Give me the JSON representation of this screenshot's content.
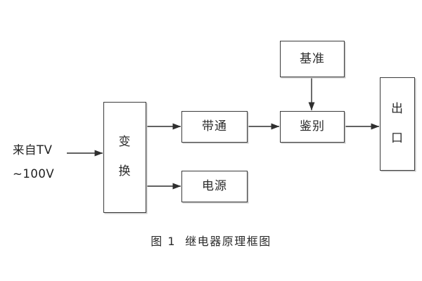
{
  "figure": {
    "caption": "图 1  继电器原理框图",
    "background_color": "#ffffff",
    "line_color": "#3a3a3a",
    "text_color": "#2b2b2b",
    "shadow_color": "#c9c9c9"
  },
  "input_labels": {
    "line1": "来自TV",
    "line2": "~100V"
  },
  "blocks": {
    "transform": {
      "label": "变\n换"
    },
    "bandpass": {
      "label": "带通"
    },
    "power": {
      "label": "电源"
    },
    "reference": {
      "label": "基准"
    },
    "discriminate": {
      "label": "鉴别"
    },
    "output": {
      "label": "出\n口"
    }
  },
  "connections": [
    {
      "name": "input-to-transform",
      "from": "来自TV ~100V",
      "to": "变换"
    },
    {
      "name": "transform-to-bandpass",
      "from": "变换",
      "to": "带通"
    },
    {
      "name": "transform-to-power",
      "from": "变换",
      "to": "电源"
    },
    {
      "name": "bandpass-to-discriminate",
      "from": "带通",
      "to": "鉴别"
    },
    {
      "name": "reference-to-discriminate",
      "from": "基准",
      "to": "鉴别"
    },
    {
      "name": "discriminate-to-output",
      "from": "鉴别",
      "to": "出口"
    }
  ]
}
